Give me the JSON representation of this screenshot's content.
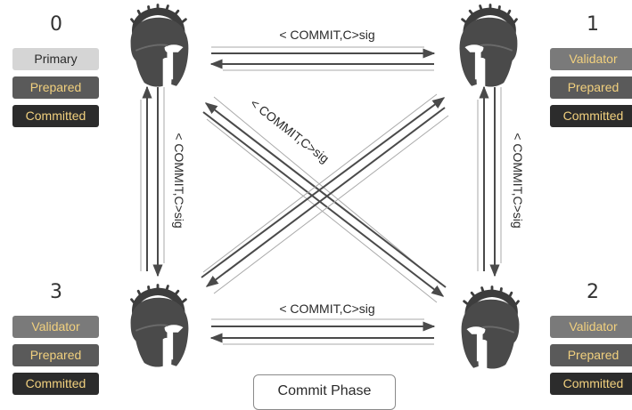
{
  "nodes": [
    {
      "id": "0",
      "labels": [
        "Primary",
        "Prepared",
        "Committed"
      ]
    },
    {
      "id": "1",
      "labels": [
        "Validator",
        "Prepared",
        "Committed"
      ]
    },
    {
      "id": "2",
      "labels": [
        "Validator",
        "Prepared",
        "Committed"
      ]
    },
    {
      "id": "3",
      "labels": [
        "Validator",
        "Prepared",
        "Committed"
      ]
    }
  ],
  "messages": {
    "top": "< COMMIT,C>sig",
    "bottom": "< COMMIT,C>sig",
    "left": "< COMMIT,C>sig",
    "right": "< COMMIT,C>sig",
    "diagonal": "< COMMIT,C>sig"
  },
  "phase_label": "Commit Phase",
  "colors": {
    "helmet": "#4a4a4a",
    "arrow": "#4a4a4a",
    "badge_text": "#f1d07e"
  }
}
